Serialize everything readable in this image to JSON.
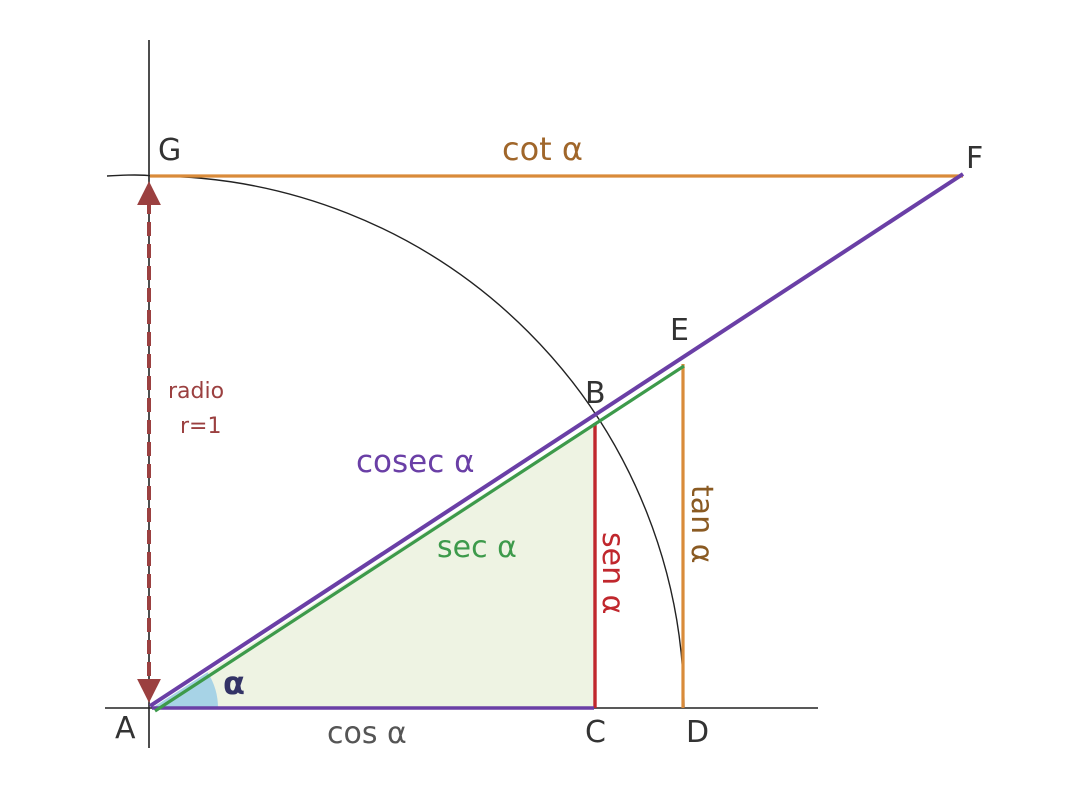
{
  "points": {
    "A": "A",
    "B": "B",
    "C": "C",
    "D": "D",
    "E": "E",
    "F": "F",
    "G": "G"
  },
  "labels": {
    "cot": "cot α",
    "cosec": "cosec α",
    "sec": "sec α",
    "sen": "sen α",
    "tan": "tan α",
    "cos": "cos α",
    "alpha": "α",
    "radio_line1": "radio",
    "radio_line2": "r=1"
  },
  "colors": {
    "axis": "#222222",
    "arc": "#222222",
    "cot": "#d98b3a",
    "tan": "#d98b3a",
    "cosec": "#6a3fa6",
    "sec": "#3d9a4b",
    "sen": "#c0272d",
    "cos": "#6a3fa6",
    "radius": "#9b4040",
    "triangle_fill": "#eef3e3",
    "angle_fill": "#a7d3e6",
    "point_text": "#333333",
    "cot_text": "#a0662a",
    "tan_text": "#8a5a22",
    "cosec_text": "#6a3fa6",
    "sec_text": "#3d9a4b",
    "sen_text": "#c0272d",
    "cos_text": "#555555",
    "radius_text": "#9b4040",
    "alpha_text": "#333366"
  }
}
